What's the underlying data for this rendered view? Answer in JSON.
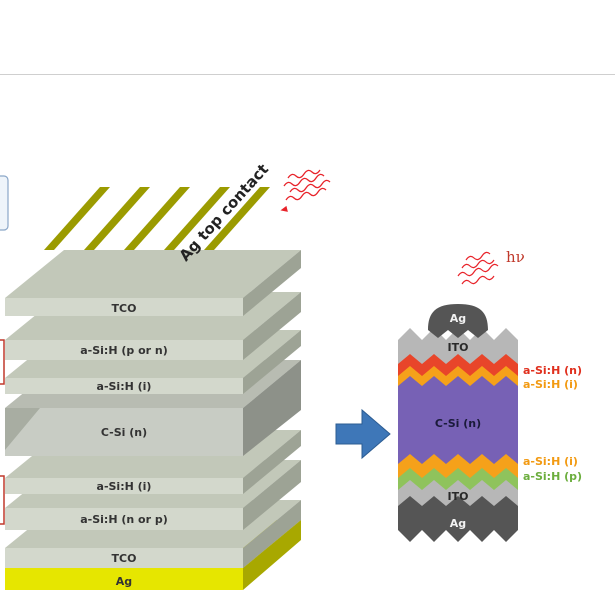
{
  "left_stack": {
    "top_contact_label": "Ag top contact",
    "layers": [
      "TCO",
      "a-Si:H (p or n)",
      "a-Si:H (i)",
      "C-Si (n)",
      "a-Si:H (i)",
      "a-Si:H (n or p)",
      "TCO",
      "Ag"
    ]
  },
  "right_cell": {
    "photon_label": "hν",
    "inner_labels": [
      "Ag",
      "ITO",
      "C-Si (n)",
      "ITO",
      "Ag"
    ],
    "side_labels": [
      "a-Si:H (n)",
      "a-Si:H (i)",
      "a-Si:H (i)",
      "a-Si:H (p)"
    ],
    "colors": {
      "ag": "#5a5a5a",
      "ito": "#b7b7b7",
      "asi_n": "#e8452a",
      "asi_i": "#f5a11a",
      "csi": "#7761b5",
      "asi_p": "#8fc35c",
      "label_n": "#e0301e",
      "label_i": "#f29a12",
      "label_p": "#6cae3e"
    }
  },
  "colors": {
    "layer_face": "#d3d8cc",
    "layer_top": "#c2c8b9",
    "layer_side": "#9da395",
    "ag_face": "#e6e600",
    "finger": "#9b9b00",
    "arrow": "#3e77b8",
    "wave": "#e8232a"
  }
}
